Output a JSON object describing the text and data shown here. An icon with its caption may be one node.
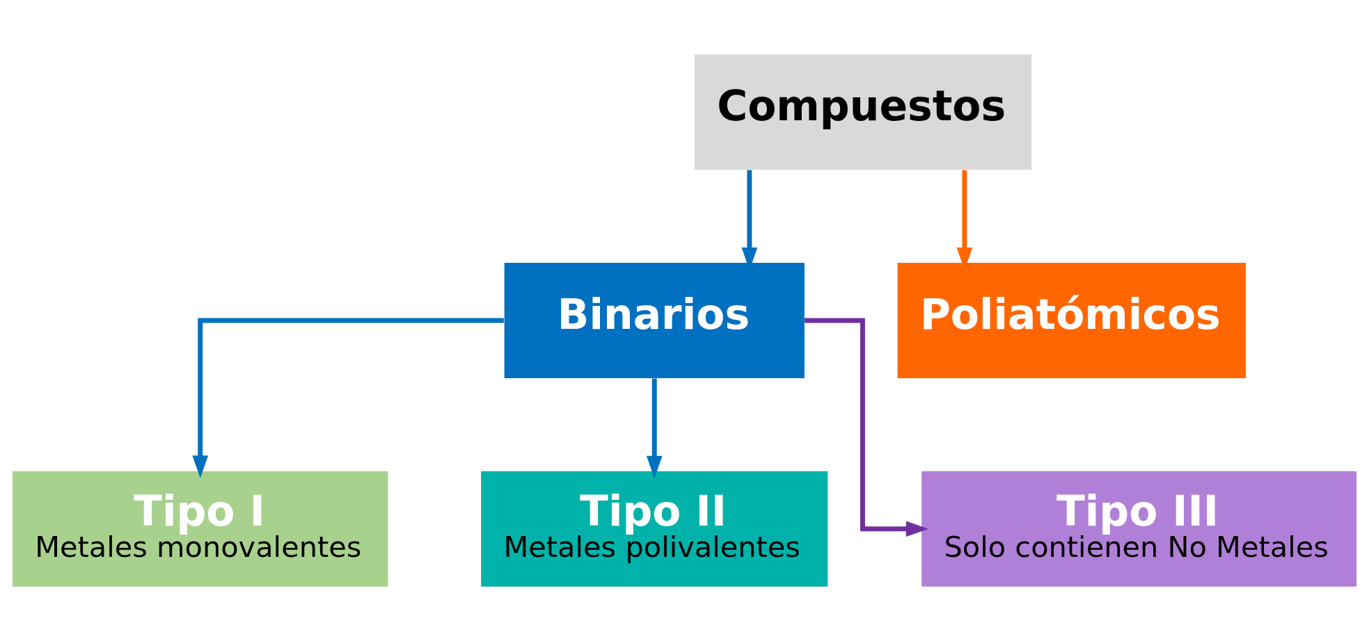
{
  "diagram": {
    "nodes": [
      {
        "text": [
          "Compuestos"
        ]
      },
      {
        "text": [
          "Binarios"
        ]
      },
      {
        "text": [
          "Poliatómicos"
        ]
      },
      {
        "text": [
          "Tipo I",
          "Metales monovalentes"
        ]
      },
      {
        "text": [
          "Tipo II",
          "Metales polivalentes"
        ]
      },
      {
        "text": [
          "Tipo III",
          "Solo contienen No Metales"
        ]
      }
    ],
    "edges": [
      {
        "from": 0,
        "to": 1,
        "arrow": "to"
      },
      {
        "from": 0,
        "to": 2,
        "arrow": "to",
        "color": "#ff6600"
      },
      {
        "from": 1,
        "to": 3,
        "arrow": "to"
      },
      {
        "from": 1,
        "to": 4,
        "arrow": "to"
      },
      {
        "from": 1,
        "to": 5,
        "arrow": "to",
        "color": "#7030a0"
      }
    ]
  }
}
